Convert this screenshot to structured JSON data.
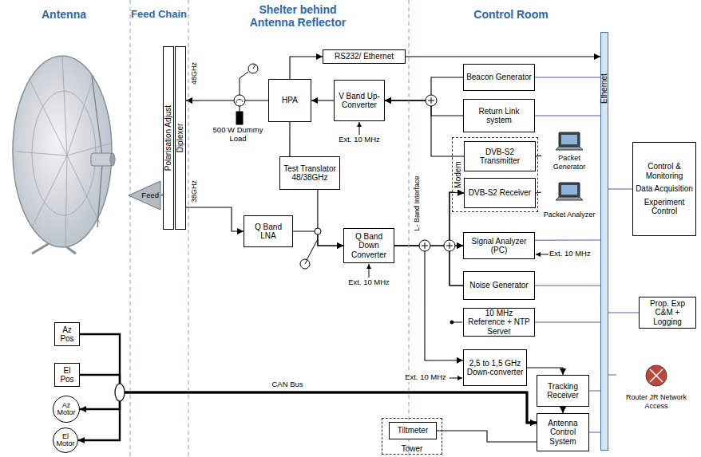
{
  "diagram": {
    "nodes": [
      {
        "text": [
          "Feed"
        ]
      },
      {
        "text": [
          "Polarisation Adjust"
        ]
      },
      {
        "text": [
          "Diplexer"
        ]
      },
      {
        "text": [
          "RS232/ Ethernet"
        ]
      },
      {
        "text": [
          "HPA"
        ]
      },
      {
        "text": [
          "V Band Up-Converter"
        ]
      },
      {
        "text": [
          "Test Translator 48/38GHz"
        ]
      },
      {
        "text": [
          "Q Band LNA"
        ]
      },
      {
        "text": [
          "Q Band Down Converter"
        ]
      },
      {
        "text": [
          "Beacon Generator"
        ]
      },
      {
        "text": [
          "Return Link system"
        ]
      },
      {
        "text": [
          "Modem"
        ]
      },
      {
        "text": [
          "DVB-S2 Transmitter"
        ],
        "in": 11
      },
      {
        "text": [
          "DVB-S2 Receiver"
        ],
        "in": 11
      },
      {
        "text": [
          "Packet Generator"
        ]
      },
      {
        "text": [
          "Packet Analyzer"
        ]
      },
      {
        "text": [
          "Signal Analyzer (PC)"
        ]
      },
      {
        "text": [
          "Noise Generator"
        ]
      },
      {
        "text": [
          "10 MHz Reference + NTP Server"
        ]
      },
      {
        "text": [
          "2,5 to 1,5 GHz Down-converter"
        ]
      },
      {
        "text": [
          "Tracking Receiver"
        ]
      },
      {
        "text": [
          "Antenna Control System"
        ]
      },
      {
        "text": [
          "Ethernet"
        ]
      },
      {
        "text": [
          "Control & Monitoring",
          "Data Acquisition",
          "Experiment Control"
        ]
      },
      {
        "text": [
          "Prop. Exp C&M + Logging"
        ]
      },
      {
        "text": [
          "Router JR Network Access"
        ]
      },
      {
        "text": [
          "Az Pos"
        ]
      },
      {
        "text": [
          "El Pos"
        ]
      },
      {
        "text": [
          "Az Motor"
        ]
      },
      {
        "text": [
          "El Motor"
        ]
      },
      {
        "text": [
          "Tower"
        ]
      },
      {
        "text": [
          "Tiltmeter"
        ],
        "in": 30
      }
    ],
    "edges": [
      {
        "from": 0,
        "to": 1,
        "arrow": "none"
      },
      {
        "from": 2,
        "to": 7,
        "arrow": "to"
      },
      {
        "from": 4,
        "to": 2,
        "arrow": "to"
      },
      {
        "from": 5,
        "to": 4,
        "arrow": "to"
      },
      {
        "from": 4,
        "to": 6,
        "arrow": "none"
      },
      {
        "from": 6,
        "to": 8,
        "arrow": "to"
      },
      {
        "from": 7,
        "to": 8,
        "arrow": "to"
      },
      {
        "from": 4,
        "to": 3,
        "arrow": "to"
      },
      {
        "from": 3,
        "to": 22,
        "arrow": "to"
      },
      {
        "from": 9,
        "to": 5,
        "arrow": "to"
      },
      {
        "from": 10,
        "to": 5,
        "arrow": "to"
      },
      {
        "from": 12,
        "to": 5,
        "arrow": "to"
      },
      {
        "from": 14,
        "to": 12,
        "arrow": "none"
      },
      {
        "from": 15,
        "to": 13,
        "arrow": "none"
      },
      {
        "from": 8,
        "to": 13,
        "arrow": "to"
      },
      {
        "from": 8,
        "to": 16,
        "arrow": "to"
      },
      {
        "from": 8,
        "to": 19,
        "arrow": "to"
      },
      {
        "from": 17,
        "to": 13,
        "arrow": "to"
      },
      {
        "from": 17,
        "to": 16,
        "arrow": "to"
      },
      {
        "from": 19,
        "to": 20,
        "arrow": "to"
      },
      {
        "from": 20,
        "to": 21,
        "arrow": "to"
      },
      {
        "from": 26,
        "to": 21,
        "arrow": "to"
      },
      {
        "from": 27,
        "to": 21,
        "arrow": "to"
      },
      {
        "from": 21,
        "to": 28,
        "arrow": "to"
      },
      {
        "from": 21,
        "to": 29,
        "arrow": "to"
      },
      {
        "from": 31,
        "to": 21,
        "arrow": "none"
      },
      {
        "from": 9,
        "to": 22,
        "arrow": "none"
      },
      {
        "from": 10,
        "to": 22,
        "arrow": "none"
      },
      {
        "from": 16,
        "to": 22,
        "arrow": "none"
      },
      {
        "from": 17,
        "to": 22,
        "arrow": "none"
      },
      {
        "from": 18,
        "to": 22,
        "arrow": "none"
      },
      {
        "from": 20,
        "to": 22,
        "arrow": "none"
      },
      {
        "from": 21,
        "to": 22,
        "arrow": "none"
      },
      {
        "from": 22,
        "to": 23,
        "arrow": "none"
      },
      {
        "from": 22,
        "to": 24,
        "arrow": "none"
      },
      {
        "from": 22,
        "to": 25,
        "arrow": "none"
      }
    ],
    "labels": [
      "Antenna",
      "Feed Chain",
      "Shelter behind Antenna Reflector",
      "Control Room",
      "48GHz",
      "38GHz",
      "500 W Dummy Load",
      "Ext. 10 MHz",
      "Ext. 10 MHz",
      "L- Band Interface",
      "Ext. 10 MHz",
      "Ext. 10 MHz",
      "CAN Bus"
    ]
  }
}
